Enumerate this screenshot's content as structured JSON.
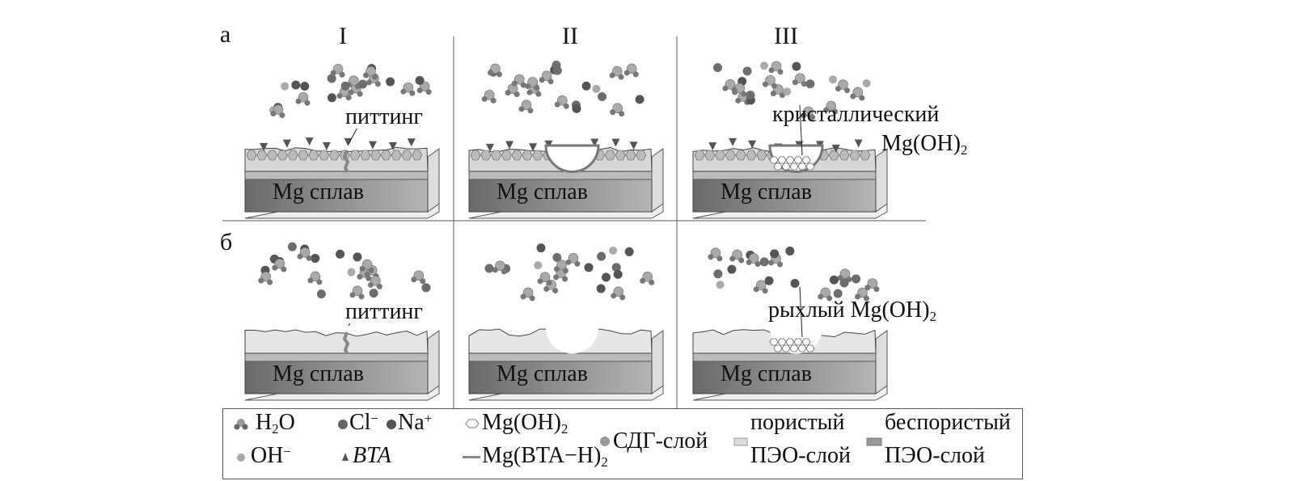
{
  "row_labels": [
    "а",
    "б"
  ],
  "column_labels": [
    "I",
    "II",
    "III"
  ],
  "block_label": "Mg сплав",
  "annotations": {
    "pitting": "питтинг",
    "crystalline": "кристаллический",
    "crystalline_formula": "Mg(OH)",
    "crystalline_sub": "2",
    "loose": "рыхлый Mg(OH)",
    "loose_sub": "2"
  },
  "legend": {
    "h2o": "H",
    "h2o_sub": "2",
    "h2o_tail": "O",
    "oh": "OH",
    "oh_sup": "−",
    "cl": "Cl",
    "cl_sup": "−",
    "na": "Na",
    "na_sup": "+",
    "bta": "BTA",
    "mgoh": "Mg(OH)",
    "mgoh_sub": "2",
    "mgbta": "Mg(BTA−H)",
    "mgbta_sub": "2",
    "ldh": "СДГ-слой",
    "porous_1": "пористый",
    "porous_2": "ПЭО-слой",
    "nonporous_1": "беспористый",
    "nonporous_2": "ПЭО-слой"
  },
  "colors": {
    "dark_sphere": "#555555",
    "mid_sphere": "#7a7a7a",
    "light_sphere": "#b0b0b0",
    "alloy": "#8a8a8a",
    "line": "#777777"
  }
}
